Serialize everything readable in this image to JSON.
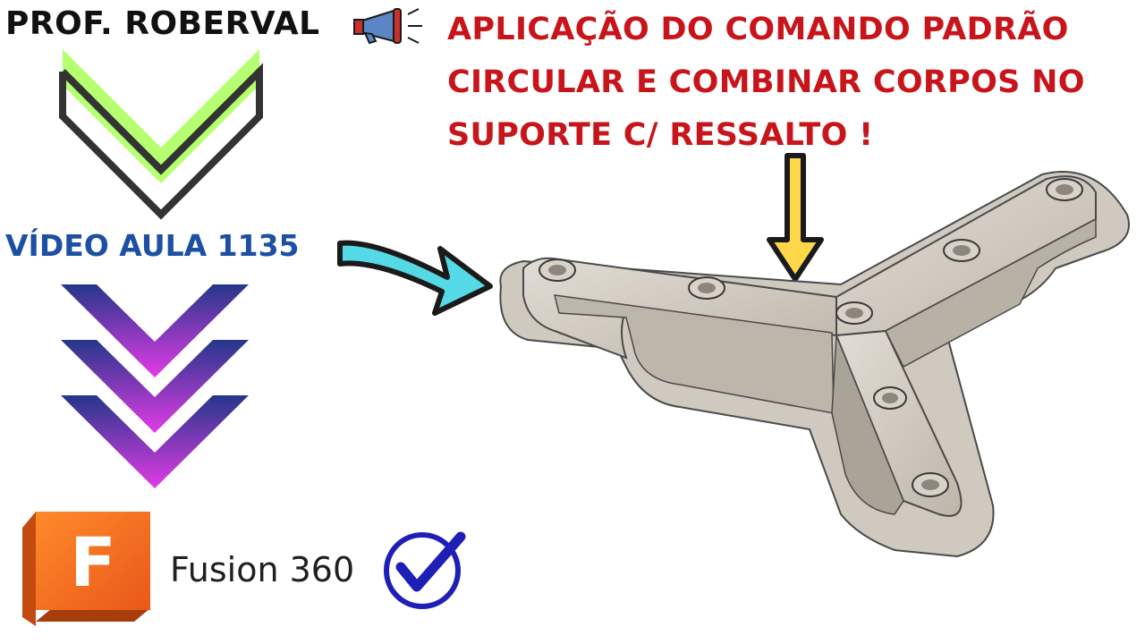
{
  "author": "PROF. ROBERVAL",
  "headline": [
    "APLICAÇÃO DO COMANDO PADRÃO",
    "CIRCULAR E COMBINAR CORPOS NO",
    "SUPORTE C/ RESSALTO !"
  ],
  "lesson": "VÍDEO AULA 1135",
  "app": {
    "name": "Fusion 360",
    "logo_letter": "F"
  },
  "colors": {
    "headline": "#c8151b",
    "lesson": "#1d4fa3",
    "chevron_green": "#b6ff70",
    "chevron_dark": "#333333",
    "arrow_cyan": "#55d9e6",
    "arrow_yellow": "#ffd84a",
    "check": "#1f1fb8",
    "part": "#d6d0c6",
    "logo_orange": "#f26c1d"
  },
  "icons": [
    "megaphone-icon",
    "chevron-down-icon",
    "arrow-right-icon",
    "arrow-down-icon",
    "fusion-logo-icon",
    "checkmark-icon"
  ]
}
